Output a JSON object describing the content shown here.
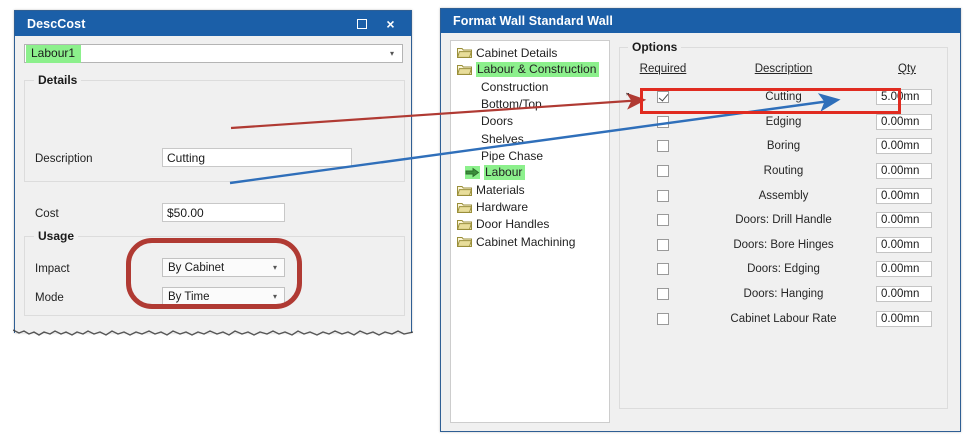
{
  "left_dialog": {
    "title": "DescCost",
    "buttons": {
      "maximize": "maximize-button",
      "close": "×"
    },
    "combo": {
      "value": "Labour1",
      "caret": "▾"
    },
    "details_group": {
      "title": "Details",
      "description_label": "Description",
      "description_value": "Cutting",
      "cost_label": "Cost",
      "cost_value": "$50.00"
    },
    "usage_group": {
      "title": "Usage",
      "impact_label": "Impact",
      "impact_value": "By Cabinet",
      "mode_label": "Mode",
      "mode_value": "By Time",
      "caret": "▾"
    }
  },
  "right_dialog": {
    "title": "Format Wall Standard Wall",
    "tree": [
      {
        "label": "Cabinet Details",
        "icon": "folder-icon",
        "indent": 0,
        "highlighted": false
      },
      {
        "label": "Labour & Construction",
        "icon": "folder-icon",
        "indent": 0,
        "highlighted": true
      },
      {
        "label": "Construction",
        "icon": "none",
        "indent": 1,
        "highlighted": false
      },
      {
        "label": "Bottom/Top",
        "icon": "none",
        "indent": 1,
        "highlighted": false
      },
      {
        "label": "Doors",
        "icon": "none",
        "indent": 1,
        "highlighted": false
      },
      {
        "label": "Shelves",
        "icon": "none",
        "indent": 1,
        "highlighted": false
      },
      {
        "label": "Pipe Chase",
        "icon": "none",
        "indent": 1,
        "highlighted": false
      },
      {
        "label": "Labour",
        "icon": "arrow-right-icon",
        "indent": 1,
        "highlighted": true
      },
      {
        "label": "Materials",
        "icon": "folder-icon",
        "indent": 0,
        "highlighted": false
      },
      {
        "label": "Hardware",
        "icon": "folder-icon",
        "indent": 0,
        "highlighted": false
      },
      {
        "label": "Door Handles",
        "icon": "folder-icon",
        "indent": 0,
        "highlighted": false
      },
      {
        "label": "Cabinet Machining",
        "icon": "folder-icon",
        "indent": 0,
        "highlighted": false
      }
    ],
    "options_group": {
      "title": "Options",
      "columns": [
        "Required",
        "Description",
        "Qty"
      ],
      "rows": [
        {
          "required": true,
          "description": "Cutting",
          "qty": "5.00mn"
        },
        {
          "required": false,
          "description": "Edging",
          "qty": "0.00mn"
        },
        {
          "required": false,
          "description": "Boring",
          "qty": "0.00mn"
        },
        {
          "required": false,
          "description": "Routing",
          "qty": "0.00mn"
        },
        {
          "required": false,
          "description": "Assembly",
          "qty": "0.00mn"
        },
        {
          "required": false,
          "description": "Doors: Drill Handle",
          "qty": "0.00mn"
        },
        {
          "required": false,
          "description": "Doors: Bore Hinges",
          "qty": "0.00mn"
        },
        {
          "required": false,
          "description": "Doors: Edging",
          "qty": "0.00mn"
        },
        {
          "required": false,
          "description": "Doors: Hanging",
          "qty": "0.00mn"
        },
        {
          "required": false,
          "description": "Cabinet Labour Rate",
          "qty": "0.00mn"
        }
      ]
    }
  },
  "annotations": {
    "red_color": "#b03a33",
    "red_rect_color": "#e02b20",
    "blue_color": "#2f6fba",
    "red_arrow_note": "Description 'Cutting' maps to Options row 'Cutting'",
    "blue_arrow_note": "Cost '$50.00' maps to Qty value '5.00mn'",
    "tick_mark": "”"
  }
}
